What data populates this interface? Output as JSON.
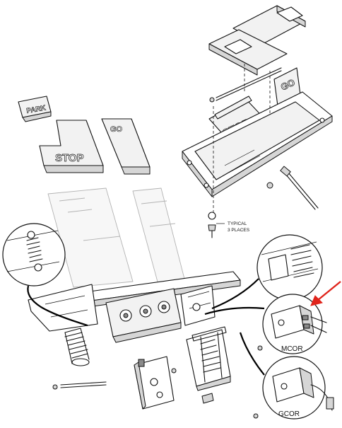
{
  "labels": {
    "park": "PARK",
    "stop_pad": "STOP",
    "go_pad": "GO",
    "stop_assembly": "STOP",
    "go_assembly": "GO",
    "typical_line1": "TYPICAL",
    "typical_line2": "3 PLACES",
    "mcor": "MCOR",
    "gcor": "GCOR"
  },
  "colors": {
    "arrow": "#e0241b",
    "ink": "#111111",
    "ghost": "#b3b3b3"
  }
}
